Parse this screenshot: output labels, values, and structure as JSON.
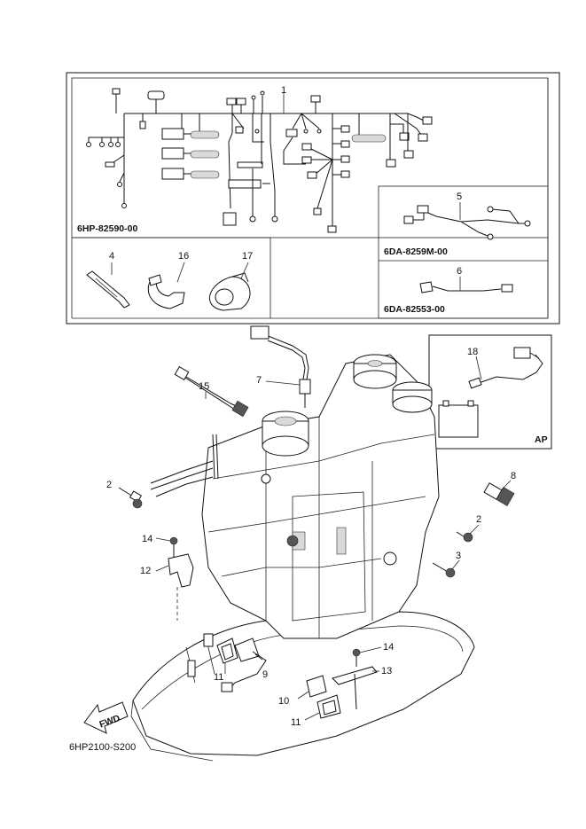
{
  "parts_kit": {
    "harness_code": "6HP-82590-00",
    "kit_a_code": "6DA-8259M-00",
    "kit_b_code": "6DA-82553-00",
    "ap_label": "AP",
    "diagram_code": "6HP2100-S200",
    "fwd_label": "FWD"
  },
  "callouts": {
    "c1": "1",
    "c2a": "2",
    "c2b": "2",
    "c3": "3",
    "c4": "4",
    "c5": "5",
    "c6": "6",
    "c7": "7",
    "c8": "8",
    "c9": "9",
    "c10": "10",
    "c11a": "11",
    "c11b": "11",
    "c12": "12",
    "c13": "13",
    "c14a": "14",
    "c14b": "14",
    "c15": "15",
    "c16": "16",
    "c17": "17",
    "c18": "18"
  }
}
